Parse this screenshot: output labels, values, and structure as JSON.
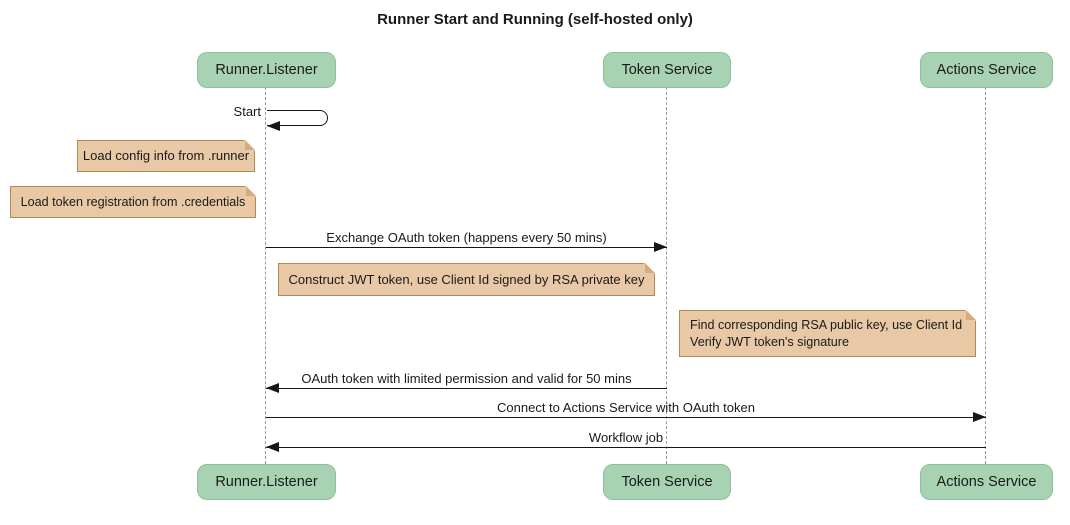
{
  "title": "Runner Start and Running (self-hosted only)",
  "diagram_type": "sequence-diagram",
  "colors": {
    "actor_fill": "#a7d3b2",
    "actor_border": "#8fc09c",
    "note_fill": "#e9c8a6",
    "note_border": "#ae8b56",
    "message_line": "#161616",
    "lifeline": "#999999",
    "background": "#ffffff"
  },
  "actors": [
    {
      "name": "Runner.Listener"
    },
    {
      "name": "Token Service"
    },
    {
      "name": "Actions Service"
    }
  ],
  "messages": {
    "start": "Start",
    "exchange": "Exchange OAuth token (happens every 50 mins)",
    "oauth_return": "OAuth token with limited permission and valid for 50 mins",
    "connect": "Connect to Actions Service with OAuth token",
    "workflow": "Workflow job"
  },
  "notes": {
    "config": "Load config info from .runner",
    "credentials": "Load token registration from .credentials",
    "jwt": "Construct JWT token, use Client Id signed by RSA private key",
    "verify": "Find corresponding RSA public key, use Client Id\nVerify JWT token's signature"
  }
}
